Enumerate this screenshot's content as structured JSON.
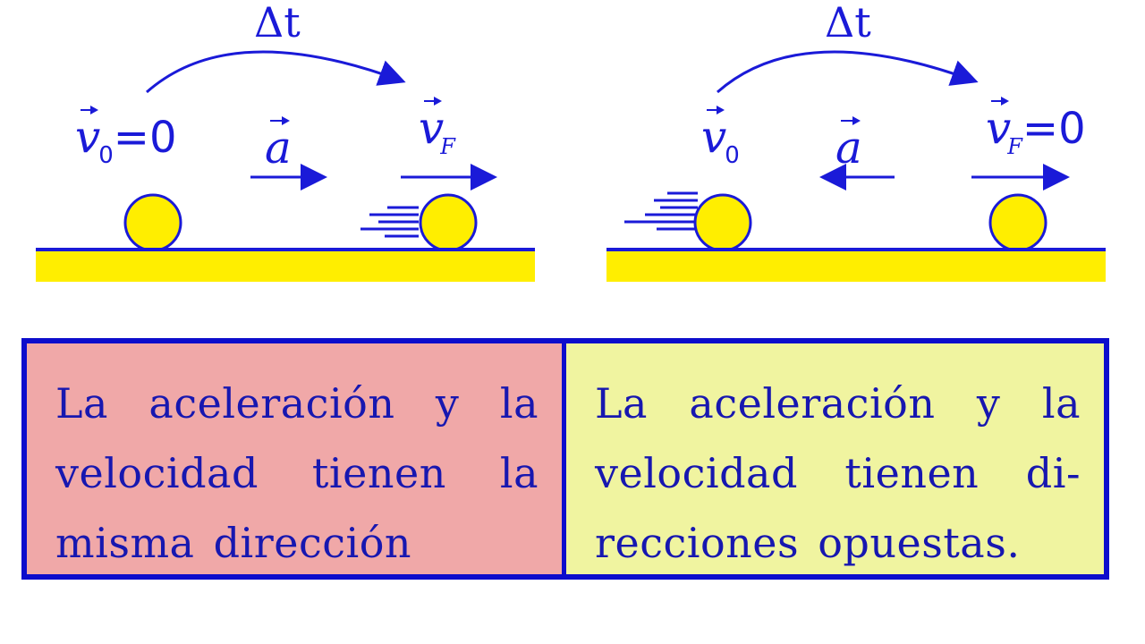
{
  "colors": {
    "blue": "#1a1ad8",
    "ball_yellow": "#ffee00",
    "ground_yellow": "#ffee00",
    "cell_left_bg": "#f0a8a8",
    "cell_right_bg": "#f0f4a0",
    "text_blue": "#1717b0"
  },
  "diagram_left": {
    "time_label": "Δt",
    "v0_symbol": "v",
    "v0_sub": "0",
    "v0_eq": "=0",
    "a_symbol": "a",
    "vf_symbol": "v",
    "vf_sub": "F"
  },
  "diagram_right": {
    "time_label": "Δt",
    "v0_symbol": "v",
    "v0_sub": "0",
    "a_symbol": "a",
    "vf_symbol": "v",
    "vf_sub": "F",
    "vf_eq": "=0"
  },
  "table": {
    "left_text": "La aceleración y la velocidad tienen la misma dirección",
    "right_text": "La aceleración y la velocidad tienen di-recciones opuestas."
  }
}
